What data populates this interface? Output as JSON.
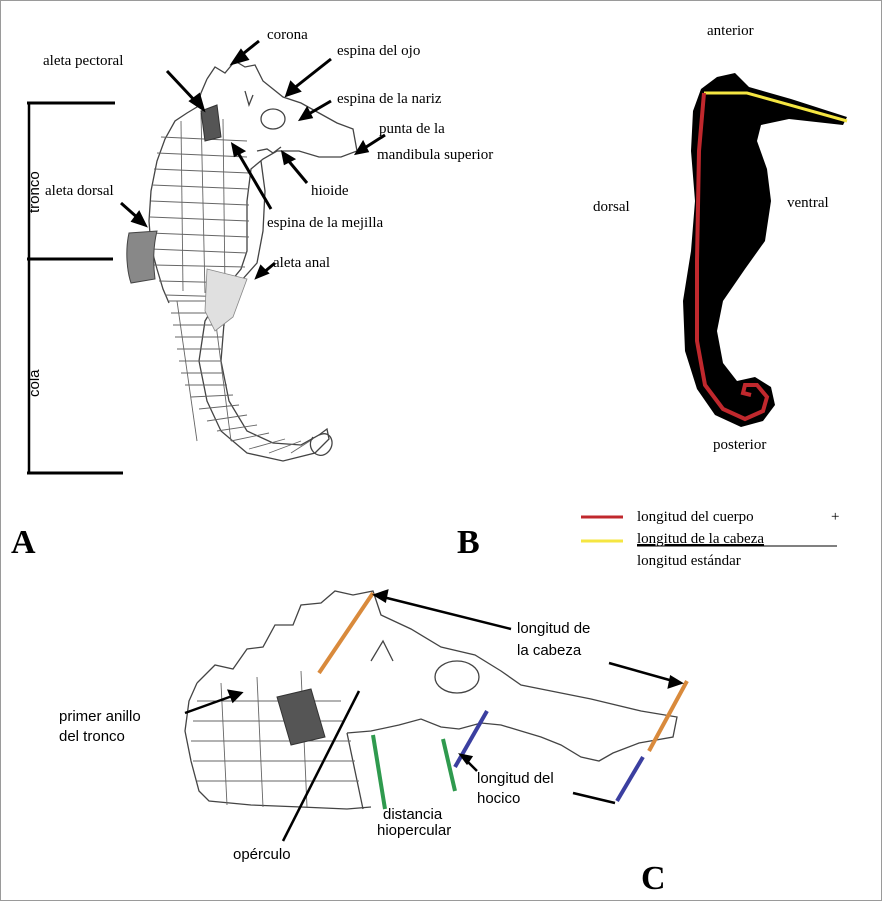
{
  "panel_a": {
    "letter": "A",
    "labels": {
      "corona": "corona",
      "espina_ojo": "espina del ojo",
      "aleta_pectoral": "aleta pectoral",
      "espina_nariz": "espina de la nariz",
      "punta_1": "punta de la",
      "punta_2": "mandibula superior",
      "hioide": "hioide",
      "aleta_dorsal": "aleta dorsal",
      "espina_mejilla": "espina de la mejilla",
      "aleta_anal": "aleta anal",
      "tronco": "tronco",
      "cola": "cola"
    }
  },
  "panel_b": {
    "letter": "B",
    "labels": {
      "anterior": "anterior",
      "dorsal": "dorsal",
      "ventral": "ventral",
      "posterior": "posterior"
    },
    "legend": {
      "body_length": "longitud del cuerpo",
      "plus": "+",
      "head_length": "longitud de la cabeza",
      "standard_length": "longitud estándar",
      "body_color": "#c0282d",
      "head_color": "#f5e642"
    }
  },
  "panel_c": {
    "letter": "C",
    "labels": {
      "head_len_1": "longitud de",
      "head_len_2": "la cabeza",
      "first_ring_1": "primer anillo",
      "first_ring_2": "del tronco",
      "snout_1": "longitud del",
      "snout_2": "hocico",
      "hioperc_1": "distancia",
      "hioperc_2": "hiopercular",
      "operculo": "opérculo"
    },
    "colors": {
      "head": "#d98a3c",
      "snout": "#3b3fa0",
      "hioperc": "#2f9a4e"
    }
  }
}
